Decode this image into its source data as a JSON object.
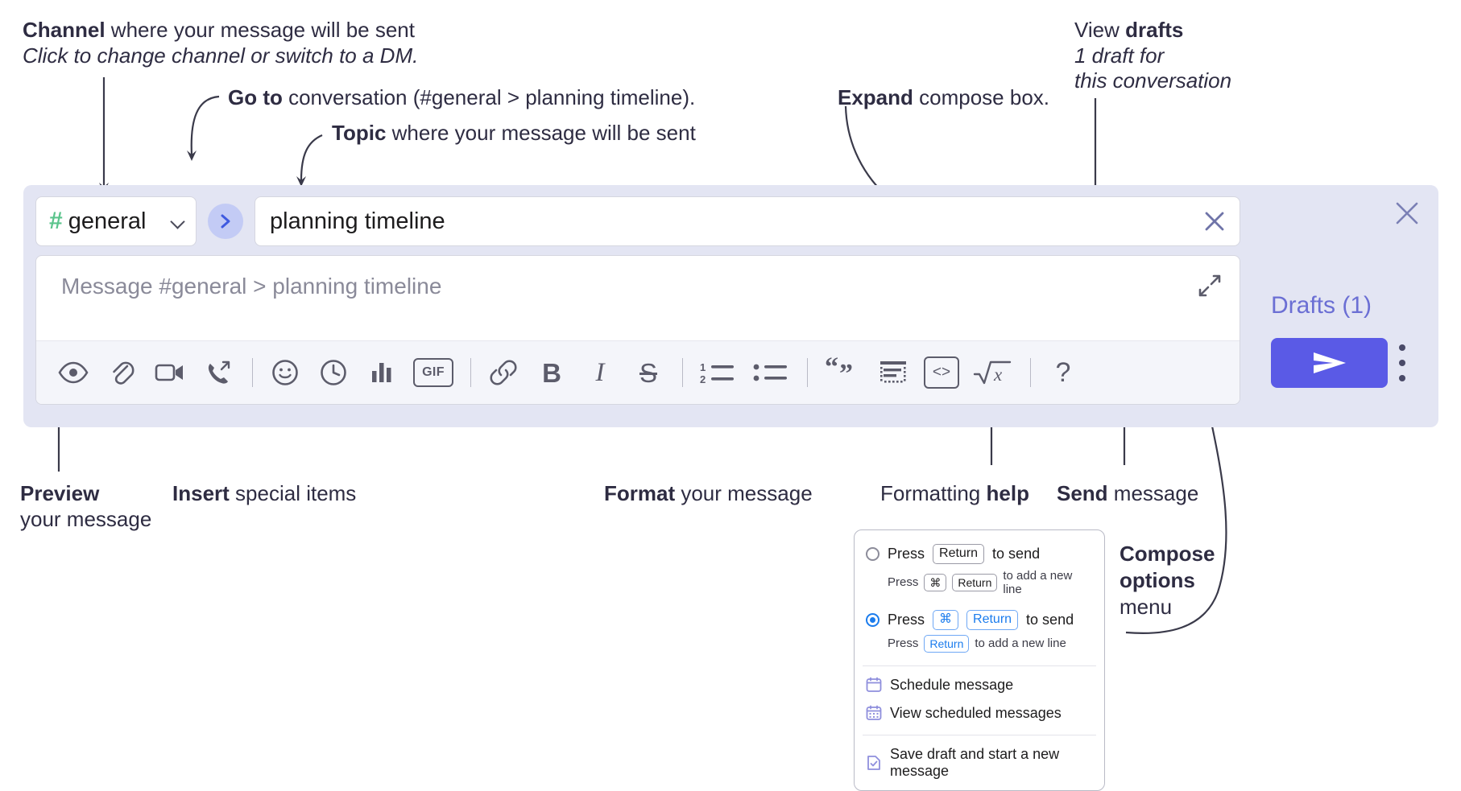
{
  "annotations": {
    "channel": {
      "bold": "Channel",
      "rest": " where your message will be sent",
      "sub": "Click to change channel or switch to a DM."
    },
    "goto": {
      "bold": "Go to",
      "rest": " conversation (#general > planning timeline)."
    },
    "topic": {
      "bold": "Topic",
      "rest": " where your message will be sent"
    },
    "expand": {
      "bold": "Expand",
      "rest": " compose box."
    },
    "drafts": {
      "pre": "View ",
      "bold": "drafts",
      "sub1": "1 draft for",
      "sub2": "this conversation"
    },
    "preview": {
      "bold": "Preview",
      "sub": "your message"
    },
    "insert": {
      "bold": "Insert",
      "rest": " special items"
    },
    "format": {
      "bold": "Format",
      "rest": " your message"
    },
    "help": {
      "pre": "Formatting ",
      "bold": "help"
    },
    "send": {
      "bold": "Send",
      "rest": " message"
    },
    "compose_options": {
      "bold1": "Compose",
      "bold2": "options",
      "rest": "menu"
    }
  },
  "compose": {
    "channel_name": "general",
    "hash_symbol": "#",
    "topic_value": "planning timeline",
    "message_placeholder": "Message #general > planning timeline",
    "drafts_label": "Drafts (1)",
    "toolbar": [
      {
        "name": "preview-icon",
        "label": "Preview"
      },
      {
        "name": "attachment-icon",
        "label": "Attach file"
      },
      {
        "name": "video-icon",
        "label": "Record video clip"
      },
      {
        "name": "call-forward-icon",
        "label": "Huddle"
      },
      {
        "name": "separator",
        "label": ""
      },
      {
        "name": "emoji-icon",
        "label": "Emoji"
      },
      {
        "name": "clock-icon",
        "label": "Reminder"
      },
      {
        "name": "bar-chart-icon",
        "label": "Poll"
      },
      {
        "name": "gif-icon",
        "label": "GIF"
      },
      {
        "name": "separator",
        "label": ""
      },
      {
        "name": "link-icon",
        "label": "Link"
      },
      {
        "name": "bold-icon",
        "label": "B"
      },
      {
        "name": "italic-icon",
        "label": "I"
      },
      {
        "name": "strikethrough-icon",
        "label": "S"
      },
      {
        "name": "separator",
        "label": ""
      },
      {
        "name": "ordered-list-icon",
        "label": "Ordered list"
      },
      {
        "name": "bullet-list-icon",
        "label": "Bulleted list"
      },
      {
        "name": "separator",
        "label": ""
      },
      {
        "name": "blockquote-icon",
        "label": "Blockquote"
      },
      {
        "name": "code-block-icon",
        "label": "Code block"
      },
      {
        "name": "inline-code-icon",
        "label": "Code"
      },
      {
        "name": "math-icon",
        "label": "Math"
      },
      {
        "name": "separator",
        "label": ""
      },
      {
        "name": "help-icon",
        "label": "?"
      }
    ],
    "gif_label": "GIF",
    "bold_label": "B",
    "italic_label": "I",
    "strike_label": "S",
    "help_label": "?",
    "code_label": "<>",
    "math_label": "√x"
  },
  "menu": {
    "options": [
      {
        "selected": false,
        "main_pre": "Press ",
        "main_keys": [
          "Return"
        ],
        "main_post": " to send",
        "sub_pre": "Press ",
        "sub_keys": [
          "⌘",
          "Return"
        ],
        "sub_post": " to add a new line"
      },
      {
        "selected": true,
        "main_pre": "Press ",
        "main_keys": [
          "⌘",
          "Return"
        ],
        "main_post": " to send",
        "sub_pre": "Press ",
        "sub_keys": [
          "Return"
        ],
        "sub_post": " to add a new line"
      }
    ],
    "items": [
      {
        "icon": "calendar-icon",
        "label": "Schedule message"
      },
      {
        "icon": "calendar-grid-icon",
        "label": "View scheduled messages"
      },
      {
        "icon": "save-draft-icon",
        "label": "Save draft and start a new message",
        "divider_before": true
      }
    ]
  },
  "colors": {
    "compose_bg": "#e3e5f3",
    "send_button": "#5a5ae6",
    "drafts_link": "#6b6fd4",
    "hash_green": "#5bc48c",
    "goto_blue": "#c3cbf5",
    "menu_accent": "#1b7ced",
    "menu_icon": "#8f8fdd",
    "annotation_text": "#2e2c42"
  }
}
